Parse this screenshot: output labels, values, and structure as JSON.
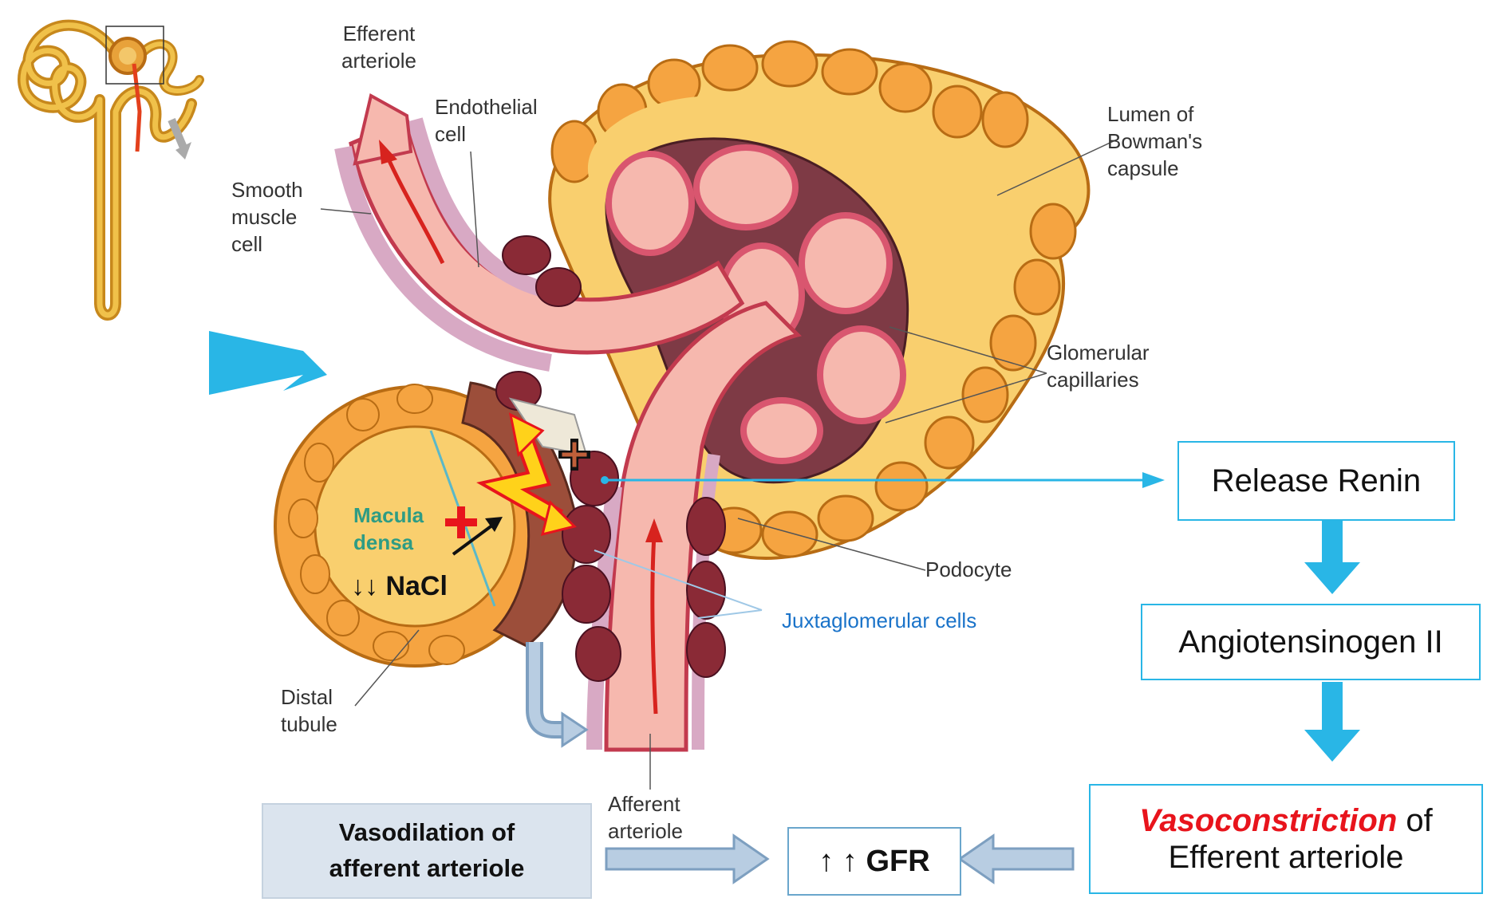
{
  "labels": {
    "efferent_arteriole": "Efferent arteriole",
    "endothelial_cell": "Endothelial cell",
    "smooth_muscle_cell": "Smooth muscle cell",
    "lumen_of_bowmans_capsule": "Lumen of Bowman's capsule",
    "glomerular_capillaries": "Glomerular capillaries",
    "macula_densa": "Macula densa",
    "nacl": "↓↓ NaCl",
    "distal_tubule": "Distal tubule",
    "podocyte": "Podocyte",
    "juxtaglomerular_cells": "Juxtaglomerular cells",
    "afferent_arteriole": "Afferent arteriole"
  },
  "flow_boxes": {
    "release_renin": "Release Renin",
    "angiotensinogen": "Angiotensinogen II",
    "vasoconstriction_emphasis": "Vasoconstriction",
    "vasoconstriction_rest_1": " of",
    "vasoconstriction_rest_2": "Efferent arteriole",
    "gfr": "↑ ↑  GFR",
    "vasodilation": "Vasodilation of afferent arteriole"
  },
  "colors": {
    "accent_blue": "#29b6e6",
    "emphasis_red": "#e8141c",
    "jg_label_blue": "#1a73c9",
    "macula_green": "#2e9c84"
  }
}
